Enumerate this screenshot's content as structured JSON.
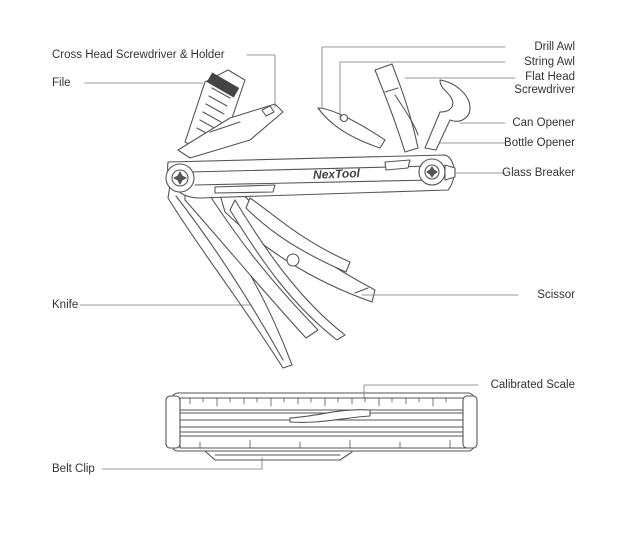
{
  "brand": "NexTool",
  "labels": {
    "cross_head": "Cross Head Screwdriver & Holder",
    "file": "File",
    "drill_awl": "Drill Awl",
    "string_awl": "String Awl",
    "flat_head_1": "Flat Head",
    "flat_head_2": "Screwdriver",
    "can_opener": "Can Opener",
    "bottle_opener": "Bottle Opener",
    "glass_breaker": "Glass Breaker",
    "knife": "Knife",
    "scissor": "Scissor",
    "calibrated_scale": "Calibrated Scale",
    "belt_clip": "Belt Clip"
  },
  "colors": {
    "line": "#555555",
    "label": "#333333",
    "fill": "#ffffff",
    "dark": "#444444"
  }
}
